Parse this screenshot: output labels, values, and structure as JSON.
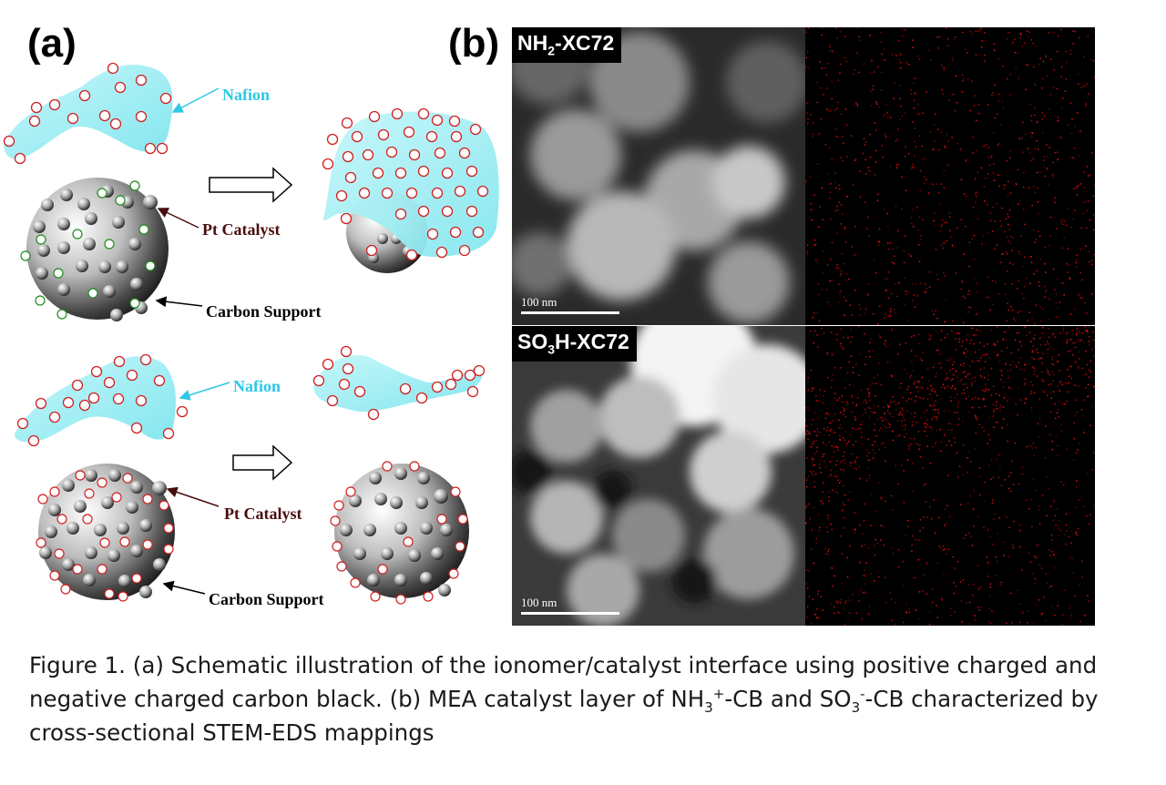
{
  "panels": {
    "a_label": "(a)",
    "b_label": "(b)"
  },
  "schematic": {
    "top": {
      "nafion_label": "Nafion",
      "pt_label": "Pt Catalyst",
      "carbon_label": "Carbon Support"
    },
    "bottom": {
      "nafion_label": "Nafion",
      "pt_label": "Pt Catalyst",
      "carbon_label": "Carbon Support"
    },
    "colors": {
      "nafion": "#9ef0f5",
      "nafion_label": "#2ec7e6",
      "pt_label": "#4a0d0d",
      "neg_charge": "#d02020",
      "pos_charge": "#1f8a1f"
    }
  },
  "stem": {
    "top_tag": {
      "main": "NH",
      "sub": "2",
      "rest": "-XC72"
    },
    "bottom_tag": {
      "main": "SO",
      "sub": "3",
      "rest": "H-XC72"
    },
    "scale_top": "100 nm",
    "scale_bottom": "100 nm",
    "eds_color": "#e01010"
  },
  "caption": {
    "p1": "Figure 1. (a) Schematic illustration of the ionomer/catalyst interface using positive charged and negative charged carbon black. (b) MEA catalyst layer of NH",
    "p1_sub": "3",
    "p1_sup": "+",
    "p2": "-CB and SO",
    "p2_sub": "3",
    "p2_sup": "-",
    "p3": "-CB characterized by cross-sectional STEM-EDS mappings"
  }
}
